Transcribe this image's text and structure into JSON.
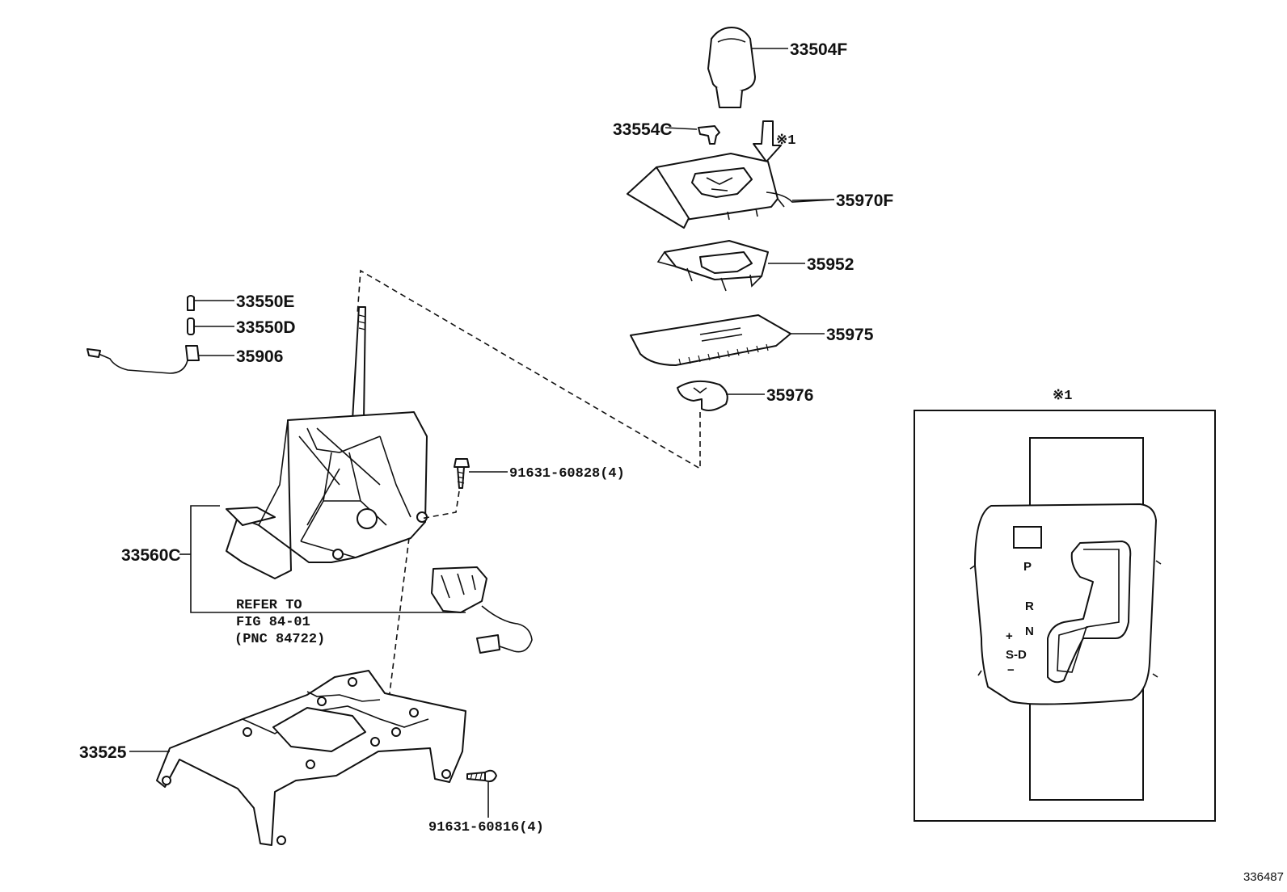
{
  "parts": {
    "knob": "33504F",
    "clip": "33554C",
    "bezel": "35970F",
    "indicator_housing": "35952",
    "slide_plate": "35975",
    "cover_disc": "35976",
    "bulb_cap": "33550E",
    "bulb": "33550D",
    "wire_socket": "35906",
    "shift_lever": "33560C",
    "bolt_upper": "91631-60828(4)",
    "bracket": "33525",
    "bolt_lower": "91631-60816(4)"
  },
  "reference_note": {
    "line1": "REFER TO",
    "line2": "FIG 84-01",
    "line3": "(PNC 84722)"
  },
  "view_marker": "※1",
  "gate_labels": [
    "P",
    "R",
    "N",
    "+",
    "S-D",
    "−"
  ],
  "diagram_id": "336487"
}
